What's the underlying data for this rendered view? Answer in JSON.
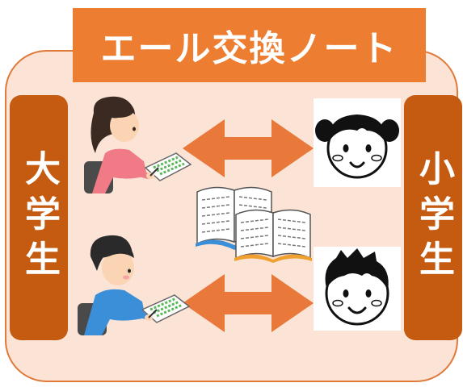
{
  "title": "エール交換ノート",
  "left_label": "大学生",
  "right_label": "小学生",
  "colors": {
    "banner": "#ed7d31",
    "side_bars": "#c55a11",
    "panel_fill": "#fbe3d6",
    "panel_border": "#e07a3a",
    "arrow": "#e9793a"
  },
  "icons": {
    "top_student": "girl-writing-icon",
    "bottom_student": "boy-writing-icon",
    "notebooks": "open-notebooks-icon",
    "top_child": "girl-face-icon",
    "bottom_child": "boy-face-icon",
    "arrows": "double-arrow-icon"
  }
}
